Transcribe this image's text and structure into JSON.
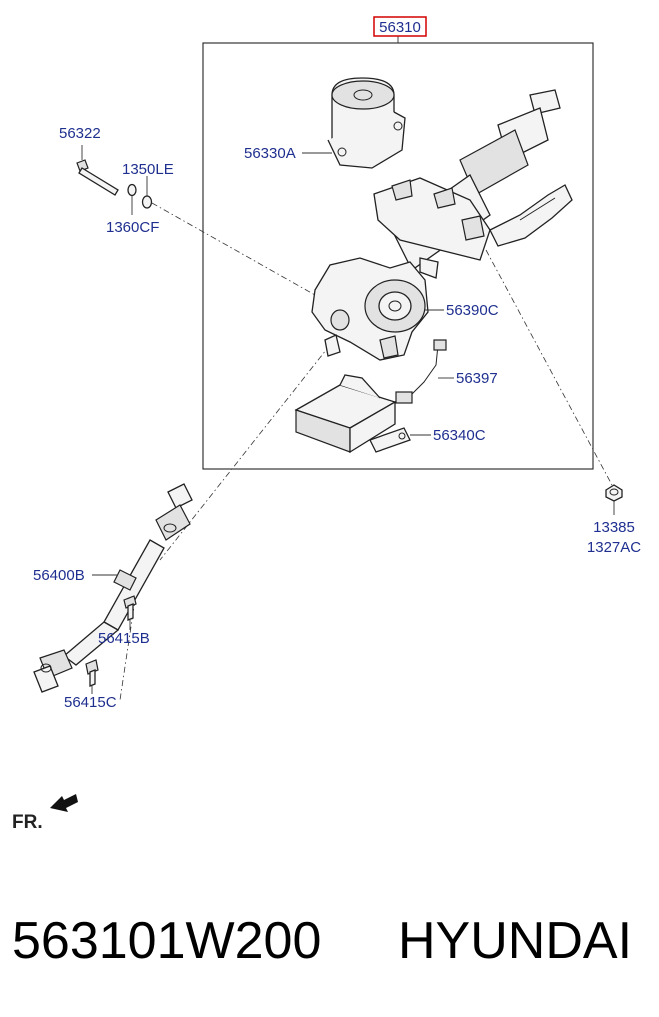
{
  "callouts": {
    "main_assembly": "56310",
    "bolt": "56322",
    "washer_a": "1350LE",
    "washer_b": "1360CF",
    "motor": "56330A",
    "reducer": "56390C",
    "sensor_harness": "56397",
    "ecu_module": "56340C",
    "nut_a": "13385",
    "nut_b": "1327AC",
    "intermediate_shaft": "56400B",
    "upper_bolt": "56415B",
    "lower_bolt": "56415C"
  },
  "orientation_label": "FR.",
  "footer": {
    "part_number": "563101W200",
    "brand": "HYUNDAI"
  },
  "colors": {
    "callout_text": "#1f2f8f",
    "highlight_box": "#d40000",
    "line": "#222222"
  }
}
